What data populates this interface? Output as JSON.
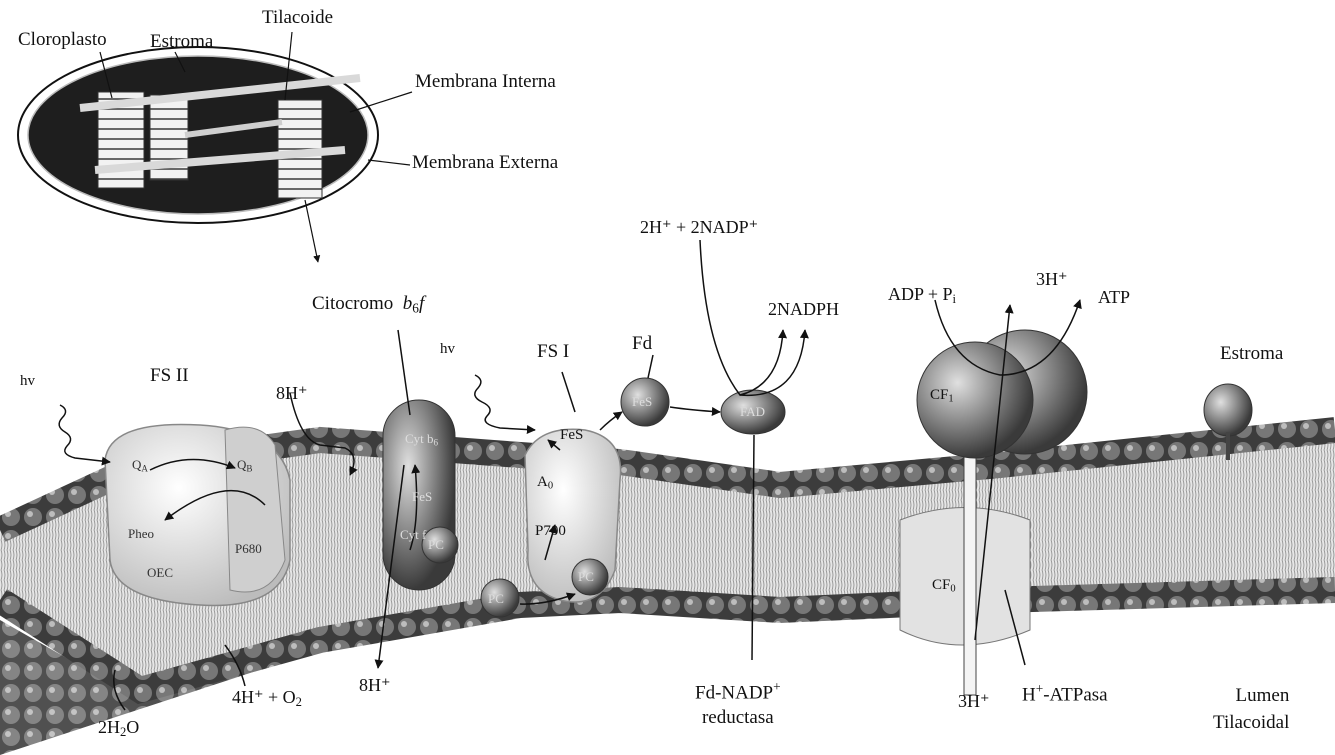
{
  "colors": {
    "membrane_dark": "#2a2a2a",
    "head_mid": "#6a6a6a",
    "protein_light": "#d8d8d8",
    "line": "#111111"
  },
  "chloroplast": {
    "title": "Cloroplasto",
    "stroma": "Estroma",
    "thylakoid": "Tilacoide",
    "inner_membrane": "Membrana Interna",
    "outer_membrane": "Membrana Externa"
  },
  "complexes": {
    "psii": "FS II",
    "cytochrome_name": "Citocromo",
    "cytochrome_sub": "b",
    "cytochrome_sub2": "6",
    "cytochrome_f": "f",
    "psi": "FS I",
    "fd": "Fd",
    "fnr_line1": "Fd-NADP",
    "fnr_sup": "+",
    "fnr_line2": "reductasa",
    "atpase_prefix": "H",
    "atpase_sup": "+",
    "atpase_suffix": "-ATPasa",
    "cf1": "CF",
    "cf1_sub": "1",
    "cf0": "CF",
    "cf0_sub": "0"
  },
  "reactions": {
    "nadp_reactants": "2H⁺ + 2NADP⁺",
    "nadph": "2NADPH",
    "adp": "ADP  +  P",
    "adp_sub": "i",
    "atp": "ATP",
    "h3_top": "3H⁺",
    "h3_bottom": "3H⁺",
    "h8_top": "8H⁺",
    "h8_bottom": "8H⁺",
    "o2_products": "4H⁺ + O",
    "o2_sub": "2",
    "water": "2H",
    "water_sub": "2",
    "water_tail": "O"
  },
  "cofactors": {
    "hv": "hv",
    "qa": "Q",
    "qa_sub": "A",
    "qb": "Q",
    "qb_sub": "B",
    "pheo": "Pheo",
    "p680": "P680",
    "oec": "OEC",
    "cytb6": "Cyt b",
    "cytb6_sub": "6",
    "fes_cyt": "FeS",
    "cytf": "Cyt f",
    "fes_psi": "FeS",
    "a0": "A",
    "a0_sub": "0",
    "p700": "P700",
    "pc": "PC",
    "fes_fd": "FeS",
    "fad": "FAD"
  },
  "regions": {
    "stroma": "Estroma",
    "lumen_line1": "Lumen",
    "lumen_line2": "Tilacoidal"
  }
}
